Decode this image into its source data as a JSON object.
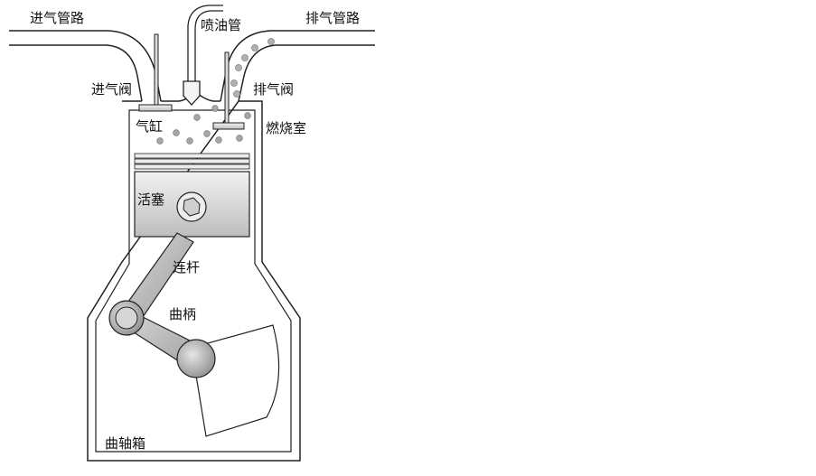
{
  "labels": {
    "intake_pipe": "进气管路",
    "fuel_injector": "喷油管",
    "exhaust_pipe": "排气管路",
    "intake_valve": "进气阀",
    "exhaust_valve": "排气阀",
    "cylinder": "气缸",
    "combustion_chamber": "燃烧室",
    "piston": "活塞",
    "connecting_rod": "连杆",
    "crank": "曲柄",
    "crankcase": "曲轴箱"
  },
  "colors": {
    "outline": "#222222",
    "metal_light": "#e6e6e6",
    "metal_mid": "#bdbdbd",
    "metal_dark": "#8c8c8c",
    "particle": "#9a9a9a",
    "background": "#ffffff"
  }
}
